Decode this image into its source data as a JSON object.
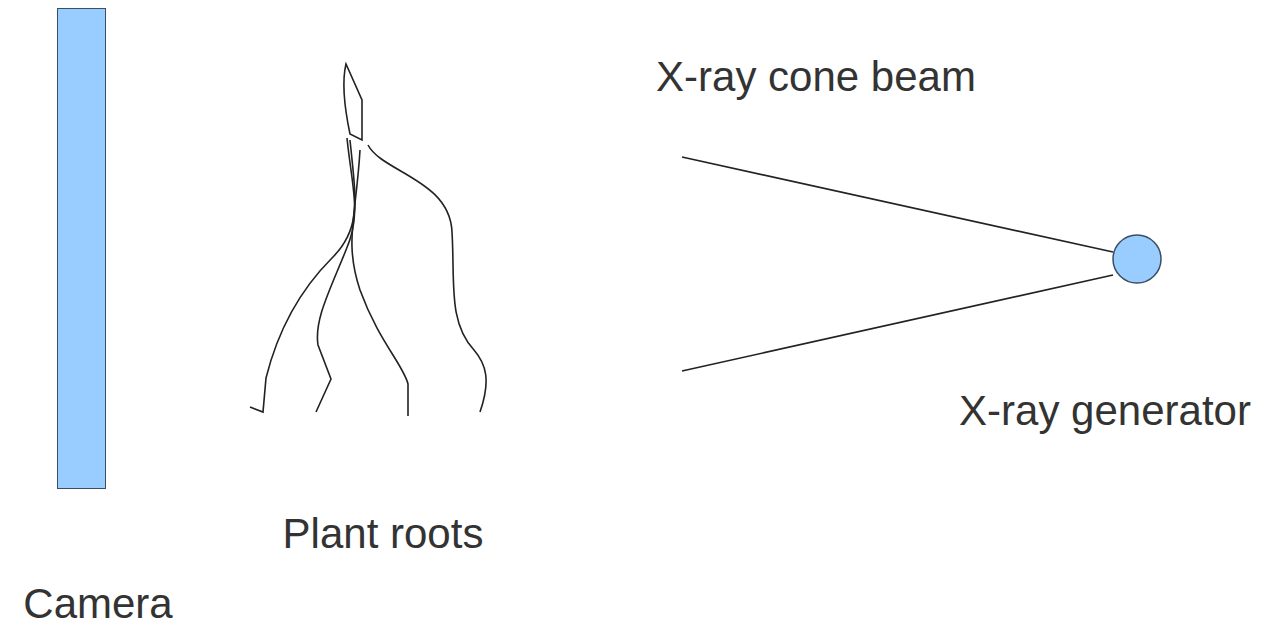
{
  "diagram": {
    "nodes": [
      {
        "text": [
          "Camera"
        ]
      },
      {
        "text": [
          "X-ray generator"
        ]
      }
    ],
    "labels": [
      "Plant roots",
      "X-ray cone beam"
    ]
  }
}
